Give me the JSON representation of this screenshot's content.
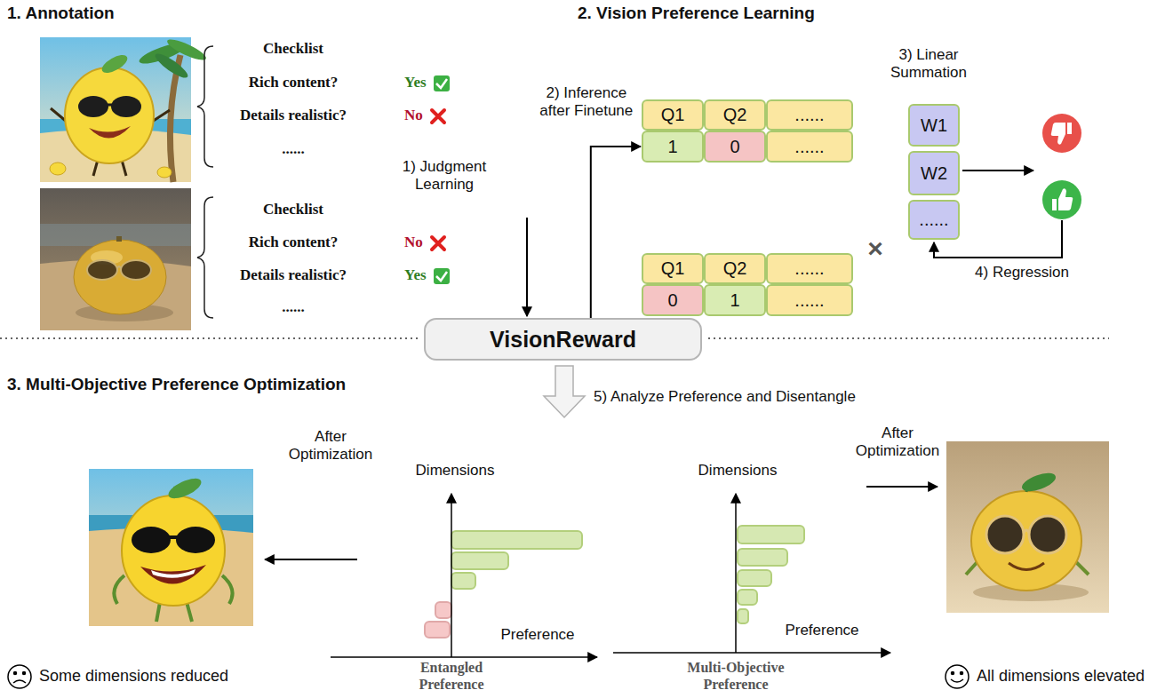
{
  "diagram": {
    "nodes": [
      {
        "text": [
          "Q1"
        ]
      },
      {
        "text": [
          "Q2"
        ]
      },
      {
        "text": [
          "......"
        ]
      },
      {
        "text": [
          "1"
        ]
      },
      {
        "text": [
          "0"
        ]
      },
      {
        "text": [
          "......"
        ]
      },
      {
        "text": [
          "Q1"
        ]
      },
      {
        "text": [
          "Q2"
        ]
      },
      {
        "text": [
          "......"
        ]
      },
      {
        "text": [
          "0"
        ]
      },
      {
        "text": [
          "1"
        ]
      },
      {
        "text": [
          "......"
        ]
      },
      {
        "text": [
          "W1"
        ]
      },
      {
        "text": [
          "W2"
        ]
      },
      {
        "text": [
          "......"
        ]
      },
      {
        "text": [
          "VisionReward"
        ]
      }
    ],
    "edges": [
      {
        "from": 15,
        "to": 3,
        "label": "2) Inference after Finetune",
        "arrow": "to"
      }
    ],
    "labels": [
      "1. Annotation",
      "Checklist",
      "Rich content?",
      "Yes",
      "Details realistic?",
      "No",
      "......",
      "Checklist",
      "Rich content?",
      "No",
      "Details realistic?",
      "Yes",
      "......",
      "1) Judgment Learning",
      "2. Vision Preference Learning",
      "3) Linear Summation",
      "×",
      "4) Regression",
      "5) Analyze Preference and Disentangle",
      "3. Multi-Objective Preference Optimization",
      "After Optimization",
      "Dimensions",
      "Preference",
      "Entangled Preference",
      "Dimensions",
      "Preference",
      "Multi-Objective Preference",
      "After Optimization",
      "Some dimensions reduced",
      "All dimensions elevated"
    ]
  }
}
